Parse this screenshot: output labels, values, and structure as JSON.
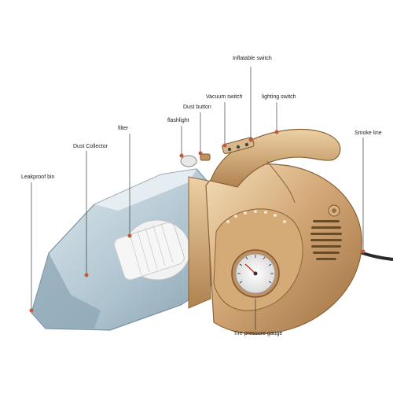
{
  "labels": {
    "inflatable_switch": "Inflatable switch",
    "vacuum_switch": "Vacuum switch",
    "lighting_switch": "lighting switch",
    "dust_button": "Dust button",
    "flashlight": "flashlight",
    "filter": "filter",
    "smoke_line": "Smoke line",
    "dust_collector": "Dust Collector",
    "leakproof_bin": "Leakproof bin",
    "tire_pressure_gauge": "Tire pressure gauge"
  },
  "colors": {
    "gold": "#c9a070",
    "gold_dark": "#a97c4c",
    "gold_light": "#efd5ad",
    "transparent_blue": "#9fb8c8",
    "callout": "#c05a3a"
  }
}
